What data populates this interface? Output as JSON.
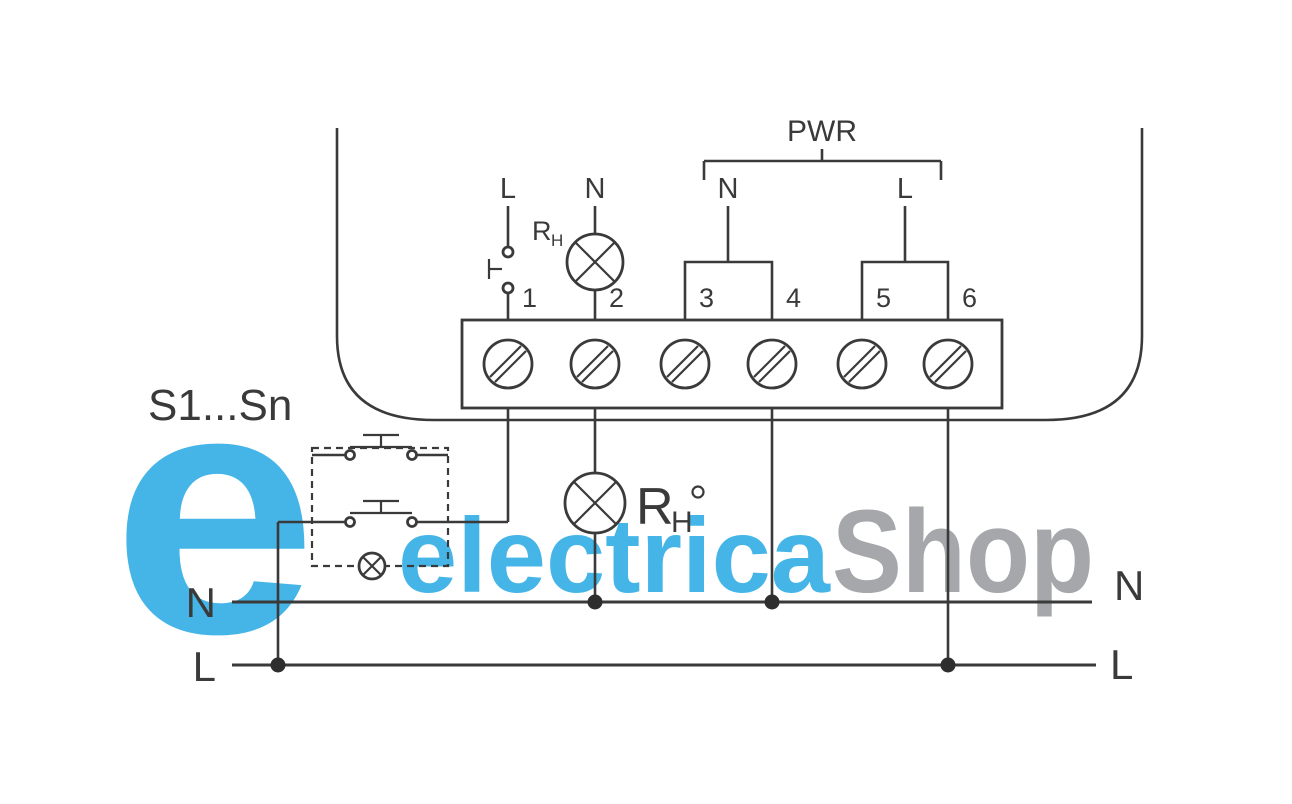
{
  "watermark": {
    "logo_letter": "e",
    "brand_blue": "electrica",
    "brand_gray": "Shop",
    "color_blue": "#45b5e8",
    "color_gray": "#a5a7aa"
  },
  "diagram": {
    "stroke_color": "#3a3a3a",
    "pwr_label": "PWR",
    "terminal_numbers": [
      "1",
      "2",
      "3",
      "4",
      "5",
      "6"
    ],
    "top_labels": {
      "switch_line": "L",
      "lamp_neutral": "N",
      "power_neutral": "N",
      "power_line": "L"
    },
    "rh_top": {
      "letter": "R",
      "sub": "H"
    },
    "rh_main": {
      "letter": "R",
      "sub": "H"
    },
    "switch_group_label": "S1...Sn",
    "bus": {
      "left_n": "N",
      "left_l": "L",
      "right_n": "N",
      "right_l": "L"
    }
  }
}
